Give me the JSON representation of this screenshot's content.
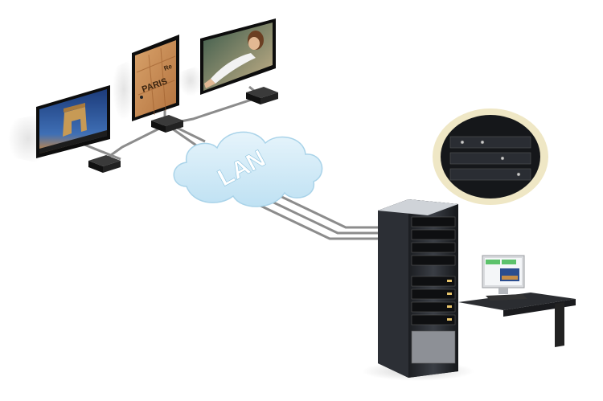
{
  "cloud": {
    "label": "LAN"
  },
  "displays": [
    {
      "name": "arc-de-triomphe-display",
      "content": "arc-de-triomphe-photo"
    },
    {
      "name": "paris-map-display",
      "content": "paris-map-photo",
      "map_label": "PARIS",
      "map_label_small": "Re"
    },
    {
      "name": "portrait-display",
      "content": "woman-portrait-photo"
    }
  ],
  "icons": [
    "cloud-icon",
    "server-rack-icon",
    "monitor-icon",
    "desk-icon",
    "receiver-box-icon",
    "magnifier-callout-icon"
  ],
  "colors": {
    "cloud": "#c7e6f5",
    "cloud_edge": "#9fcde6",
    "cable": "#8a8a8a",
    "rack": "#2a2d33",
    "callout": "#f1ead0"
  }
}
